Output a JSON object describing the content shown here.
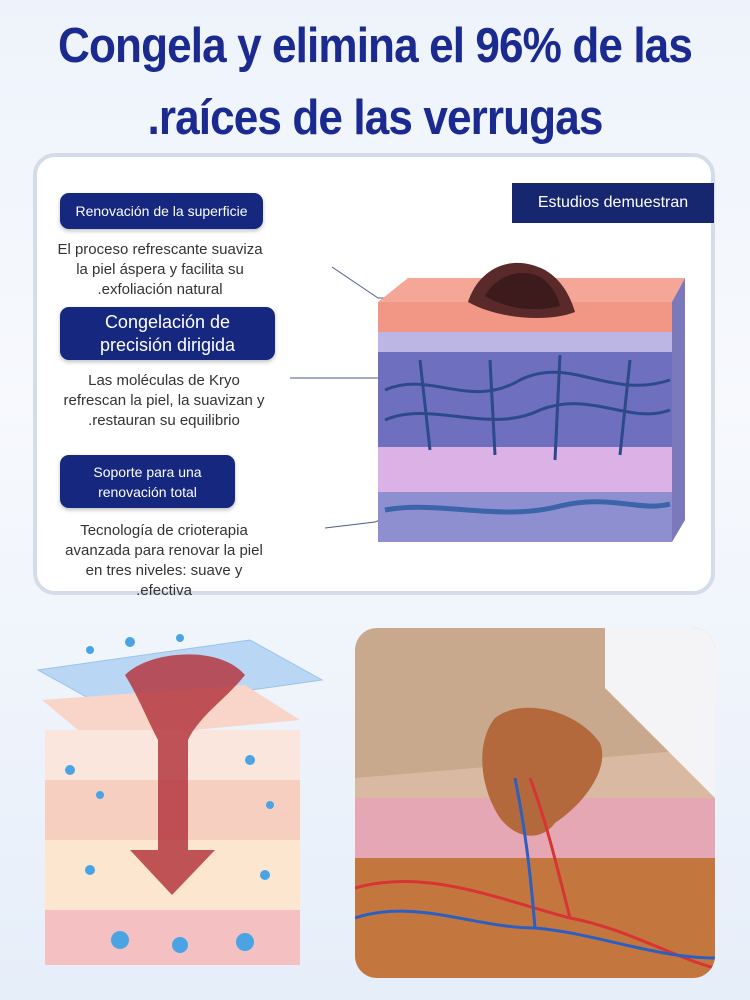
{
  "headline": {
    "line1": "Congela y elimina el 96% de las",
    "line2": ".raíces de las verrugas"
  },
  "badge": "Estudios demuestran",
  "features": [
    {
      "title": "Renovación de la superficie",
      "desc": [
        "El proceso refrescante suaviza",
        "la piel áspera y facilita su",
        ".exfoliación natural"
      ]
    },
    {
      "title": [
        "Congelación de",
        "precisión dirigida"
      ],
      "desc": [
        "Las moléculas de Kryo",
        "refrescan la piel, la suavizan y",
        ".restauran su equilibrio"
      ]
    },
    {
      "title": [
        "Soporte para una",
        "renovación total"
      ],
      "desc": [
        "Tecnología de crioterapia",
        "avanzada para renovar la piel",
        "en tres niveles: suave y",
        ".efectiva"
      ]
    }
  ],
  "colors": {
    "headline": "#1a2a8f",
    "accent": "#15277f",
    "skin": "#f08a7a",
    "dermis": "#8e86cf"
  }
}
